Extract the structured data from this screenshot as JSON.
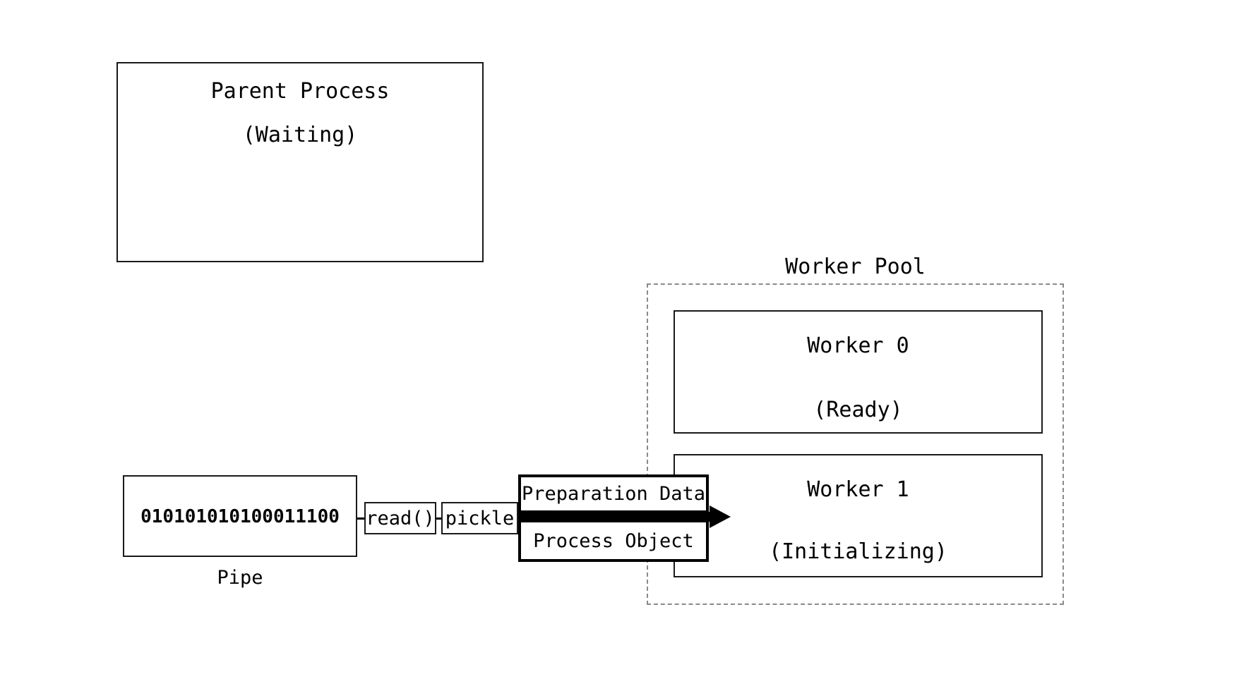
{
  "diagram": {
    "title": "Multiprocessing pipe / worker pool diagram",
    "parent_process": {
      "line1": "Parent Process",
      "line2": "(Waiting)"
    },
    "pipe": {
      "buffer_bits": "010101010100011100",
      "caption": "Pipe"
    },
    "transforms": [
      {
        "label": "read()"
      },
      {
        "label": "pickle"
      }
    ],
    "payloads": [
      {
        "label": "Preparation Data"
      },
      {
        "label": "Process Object"
      }
    ],
    "worker_pool": {
      "title": "Worker Pool",
      "workers": [
        {
          "name": "Worker 0",
          "state": "(Ready)"
        },
        {
          "name": "Worker 1",
          "state": "(Initializing)"
        }
      ]
    },
    "flow_arrow": {
      "name": "data-flow-arrow",
      "direction": "right"
    },
    "colors": {
      "stroke": "#000000",
      "dashed_stroke": "#8a8a8a",
      "background": "#ffffff"
    }
  }
}
